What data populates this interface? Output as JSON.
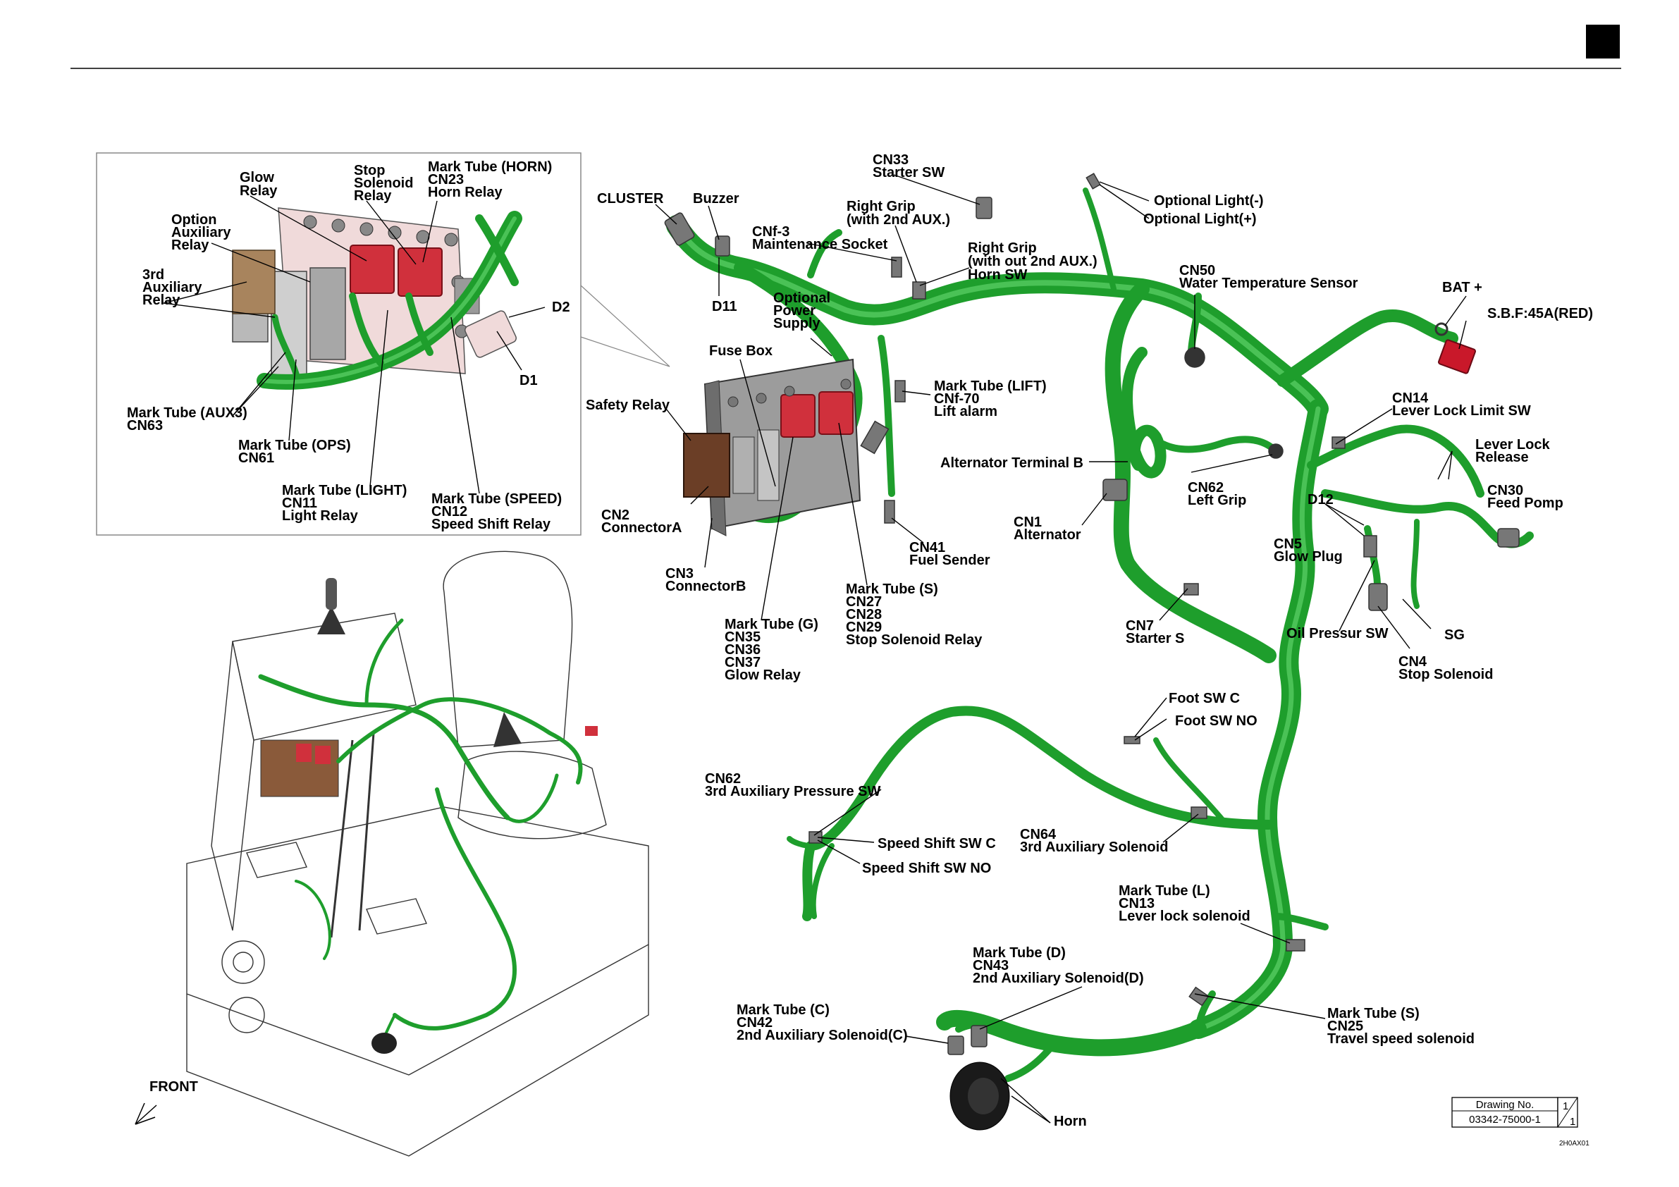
{
  "page": {
    "corner_box_color": "#000000",
    "harness_color": "#1e9e2c",
    "relay_color": "#d0303c"
  },
  "inset": {
    "labels": {
      "glow_relay": [
        "Glow",
        "Relay"
      ],
      "stop_solenoid_relay": [
        "Stop",
        "Solenoid",
        "Relay"
      ],
      "mark_tube_horn": [
        "Mark Tube (HORN)",
        "CN23",
        "Horn Relay"
      ],
      "option_aux_relay": [
        "Option",
        "Auxiliary",
        "Relay"
      ],
      "third_aux_relay": [
        "3rd",
        "Auxiliary",
        "Relay"
      ],
      "d2": [
        "D2"
      ],
      "d1": [
        "D1"
      ],
      "mark_tube_aux3": [
        "Mark Tube (AUX3)",
        "CN63"
      ],
      "mark_tube_ops": [
        "Mark Tube (OPS)",
        "CN61"
      ],
      "mark_tube_light": [
        "Mark Tube (LIGHT)",
        "CN11",
        "Light Relay"
      ],
      "mark_tube_speed": [
        "Mark Tube (SPEED)",
        "CN12",
        "Speed Shift Relay"
      ]
    }
  },
  "main": {
    "labels": {
      "cn33": [
        "CN33",
        "Starter SW"
      ],
      "cluster": [
        "CLUSTER"
      ],
      "buzzer": [
        "Buzzer"
      ],
      "right_grip_2nd": [
        "Right Grip",
        "(with 2nd AUX.)"
      ],
      "cnf3": [
        "CNf-3",
        "Maintenance Socket"
      ],
      "right_grip_no2nd": [
        "Right Grip",
        "(with out 2nd AUX.)",
        "Horn SW"
      ],
      "optional_light_minus": [
        "Optional Light(-)"
      ],
      "optional_light_plus": [
        "Optional Light(+)"
      ],
      "cn50": [
        "CN50",
        "Water Temperature Sensor"
      ],
      "bat_plus": [
        "BAT +"
      ],
      "sbf": [
        "S.B.F:45A(RED)"
      ],
      "d11": [
        "D11"
      ],
      "optional_power": [
        "Optional",
        "Power",
        "Supply"
      ],
      "fuse_box": [
        "Fuse Box"
      ],
      "mark_tube_lift": [
        "Mark Tube (LIFT)",
        "CNf-70",
        "Lift alarm"
      ],
      "safety_relay": [
        "Safety Relay"
      ],
      "cn14": [
        "CN14",
        "Lever Lock Limit SW"
      ],
      "lever_lock_release": [
        "Lever Lock",
        "Release"
      ],
      "alternator_b": [
        "Alternator Terminal B"
      ],
      "cn62_left_grip": [
        "CN62",
        "Left Grip"
      ],
      "d12": [
        "D12"
      ],
      "cn30": [
        "CN30",
        "Feed Pomp"
      ],
      "cn1": [
        "CN1",
        "Alternator"
      ],
      "cn2": [
        "CN2",
        "ConnectorA"
      ],
      "cn41": [
        "CN41",
        "Fuel Sender"
      ],
      "cn5": [
        "CN5",
        "Glow Plug"
      ],
      "cn3": [
        "CN3",
        "ConnectorB"
      ],
      "mark_tube_s_relay": [
        "Mark Tube (S)",
        "CN27",
        "CN28",
        "CN29",
        "Stop Solenoid Relay"
      ],
      "mark_tube_g": [
        "Mark Tube (G)",
        "CN35",
        "CN36",
        "CN37",
        "Glow Relay"
      ],
      "cn7": [
        "CN7",
        "Starter S"
      ],
      "oil_pressure": [
        "Oil Pressur SW"
      ],
      "sg": [
        "SG"
      ],
      "cn4": [
        "CN4",
        "Stop Solenoid"
      ],
      "foot_sw_c": [
        "Foot SW C"
      ],
      "foot_sw_no": [
        "Foot SW NO"
      ],
      "cn62_3rd_aux": [
        "CN62",
        "3rd Auxiliary Pressure SW"
      ],
      "speed_shift_c": [
        "Speed Shift SW C"
      ],
      "speed_shift_no": [
        "Speed Shift SW NO"
      ],
      "cn64": [
        "CN64",
        "3rd Auxiliary Solenoid"
      ],
      "mark_tube_l": [
        "Mark Tube (L)",
        "CN13",
        "Lever lock solenoid"
      ],
      "mark_tube_d": [
        "Mark Tube (D)",
        "CN43",
        "2nd Auxiliary Solenoid(D)"
      ],
      "mark_tube_c": [
        "Mark Tube (C)",
        "CN42",
        "2nd Auxiliary Solenoid(C)"
      ],
      "mark_tube_s_travel": [
        "Mark Tube (S)",
        "CN25",
        "Travel speed solenoid"
      ],
      "horn": [
        "Horn"
      ]
    }
  },
  "machine_view": {
    "front_label": "FRONT"
  },
  "title_block": {
    "header": "Drawing No.",
    "number": "03342-75000-1",
    "sheet_top": "1",
    "sheet_bottom": "1",
    "code": "2H0AX01"
  }
}
